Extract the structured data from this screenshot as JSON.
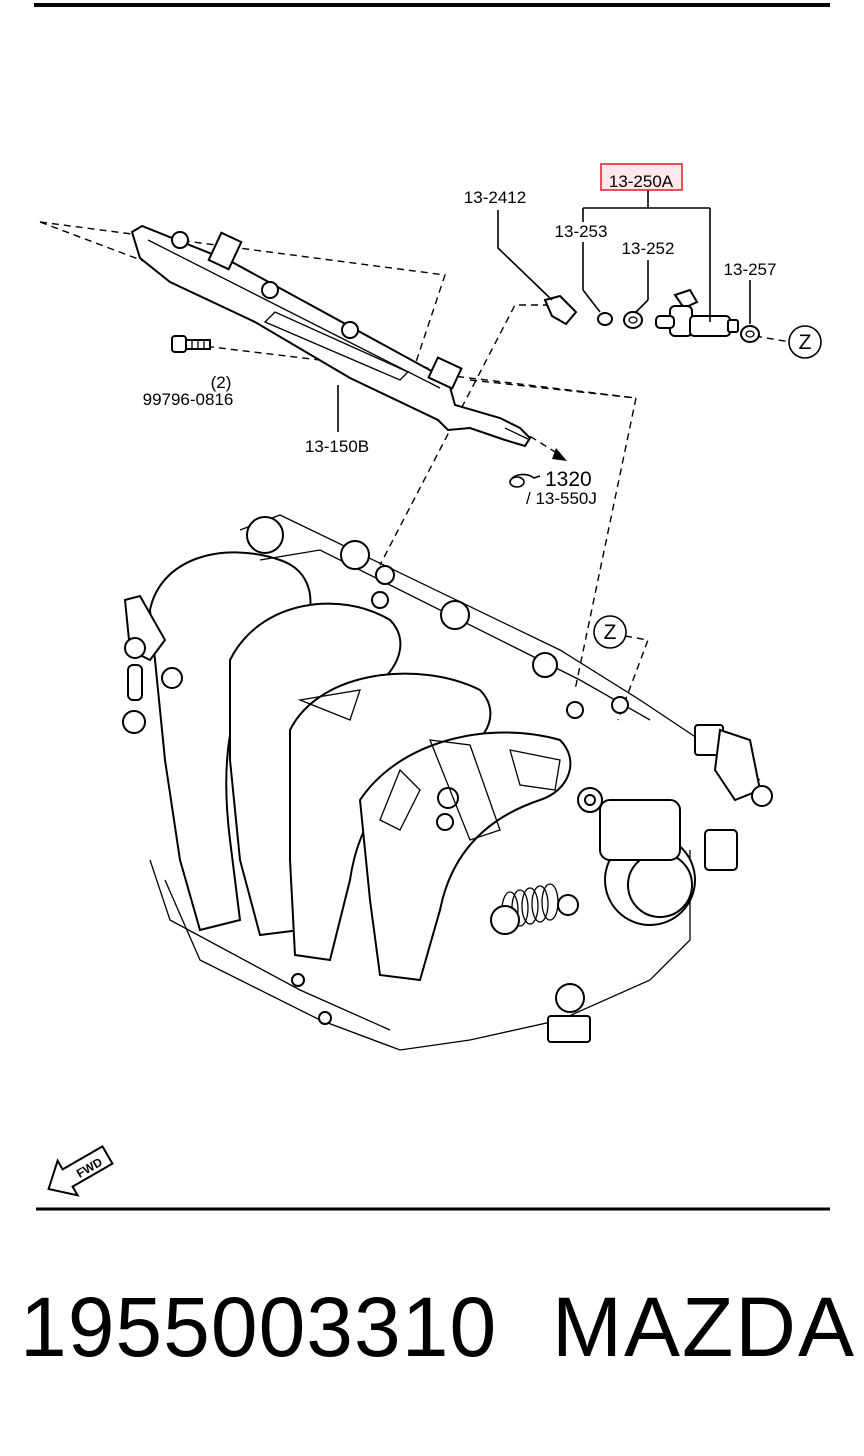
{
  "callouts": {
    "p13_250A": "13-250A",
    "p13_2412": "13-2412",
    "p13_253": "13-253",
    "p13_252": "13-252",
    "p13_257": "13-257",
    "p99796_0816": "99796-0816",
    "qty_2": "(2)",
    "p13_150B": "13-150B",
    "p1320": "1320",
    "p13_550J": "/ 13-550J",
    "ref_z_top": "Z",
    "ref_z_lower": "Z",
    "fwd": "FWD"
  },
  "highlight_color": "#e0282e",
  "highlight_fill": "#fde8ea",
  "footer": {
    "part_number": "1955003310",
    "brand": "MAZDA"
  }
}
